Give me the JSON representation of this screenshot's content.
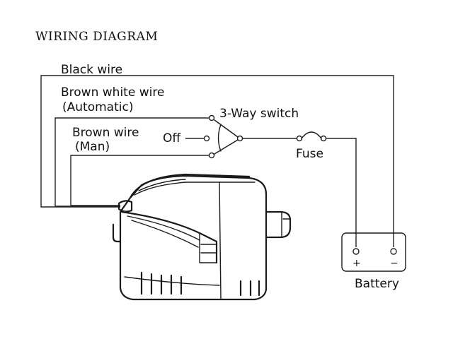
{
  "title": "WIRING DIAGRAM",
  "labels": {
    "black_wire": "Black wire",
    "brown_white_wire": "Brown white wire",
    "automatic": "(Automatic)",
    "brown_wire": "Brown wire",
    "man": "(Man)",
    "off": "Off",
    "switch": "3-Way switch",
    "fuse": "Fuse",
    "battery": "Battery",
    "plus": "+",
    "minus": "−"
  },
  "icons": [
    "bilge-pump-icon",
    "three-way-switch-icon",
    "fuse-icon",
    "battery-icon"
  ]
}
